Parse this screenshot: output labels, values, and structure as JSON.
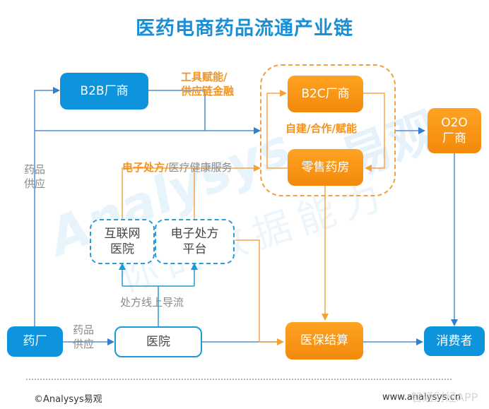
{
  "title": "医药电商药品流通产业链",
  "colors": {
    "blue": "#0d94dc",
    "orange": "#f39422",
    "title": "#1a8fd6",
    "line_blue": "#3a86d4",
    "line_orange": "#f5a54a"
  },
  "nodes": {
    "b2b": "B2B厂商",
    "b2c": "B2C厂商",
    "retail": "零售药房",
    "o2o": "O2O\n厂商",
    "internet_hospital": "互联网\n医院",
    "eprescription_platform": "电子处方\n平台",
    "pharma_factory": "药厂",
    "hospital": "医院",
    "insurance": "医保结算",
    "consumer": "消费者"
  },
  "labels": {
    "tool_enable": "工具赋能/\n供应链金融",
    "self_build": "自建/合作/赋能",
    "eprescription_orange": "电子处方/",
    "health_service": "医疗健康服务",
    "drug_supply_left": "药品\n供应",
    "drug_supply_bottom": "药品\n供应",
    "prescription_flow": "处方线上导流"
  },
  "watermark": {
    "brand": "Analysys",
    "cn_big": "易观",
    "cn_tagline": "你的数据能力"
  },
  "footer": {
    "copyright": "©Analysys易观",
    "url": "www.analysys.cn",
    "overlay": "智通财经APP"
  }
}
